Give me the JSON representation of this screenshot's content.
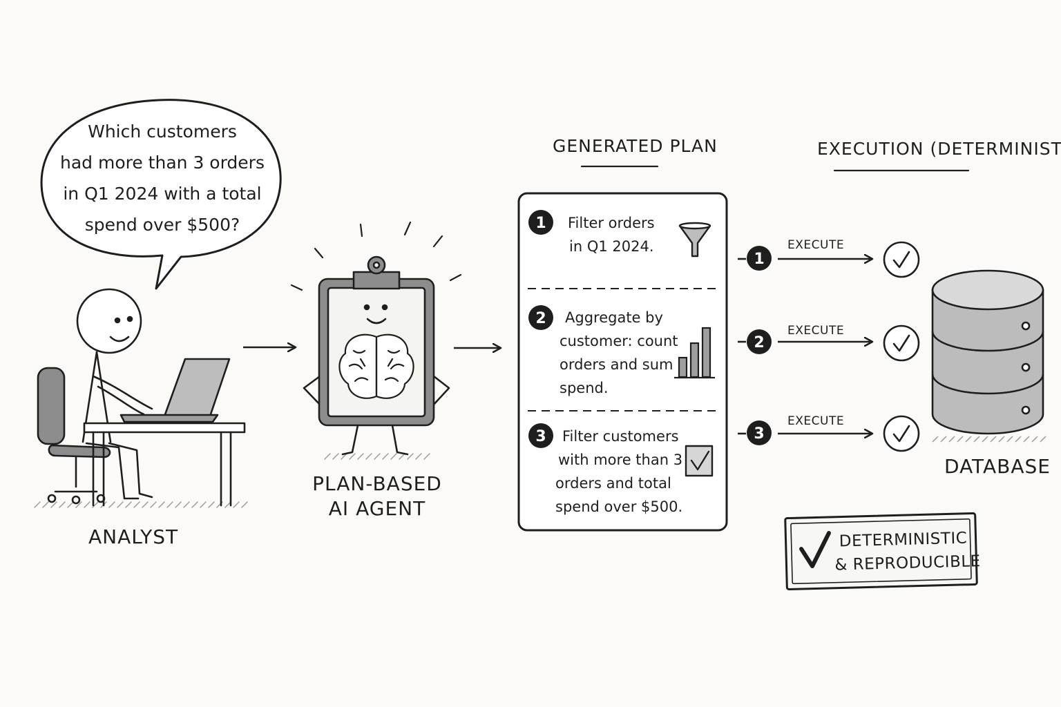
{
  "speech": {
    "lines": [
      "Which customers",
      "had more than 3 orders",
      "in Q1 2024 with a total",
      "spend over $500?"
    ]
  },
  "analyst": {
    "label": "ANALYST"
  },
  "agent": {
    "label_line1": "PLAN-BASED",
    "label_line2": "AI AGENT"
  },
  "plan": {
    "title": "GENERATED PLAN",
    "steps": [
      {
        "number": "1",
        "lines": [
          "Filter orders",
          "in Q1 2024."
        ],
        "icon": "funnel-icon"
      },
      {
        "number": "2",
        "lines": [
          "Aggregate by",
          "customer: count",
          "orders and sum",
          "spend."
        ],
        "icon": "bar-chart-icon"
      },
      {
        "number": "3",
        "lines": [
          "Filter customers",
          "with more than 3",
          "orders and total",
          "spend over $500."
        ],
        "icon": "checkbox-icon"
      }
    ]
  },
  "execution": {
    "title": "EXECUTION (DETERMINISTIC)",
    "rows": [
      {
        "number": "1",
        "label": "EXECUTE"
      },
      {
        "number": "2",
        "label": "EXECUTE"
      },
      {
        "number": "3",
        "label": "EXECUTE"
      }
    ]
  },
  "database": {
    "label": "DATABASE"
  },
  "badge": {
    "line1": "DETERMINISTIC",
    "line2": "& REPRODUCIBLE"
  }
}
